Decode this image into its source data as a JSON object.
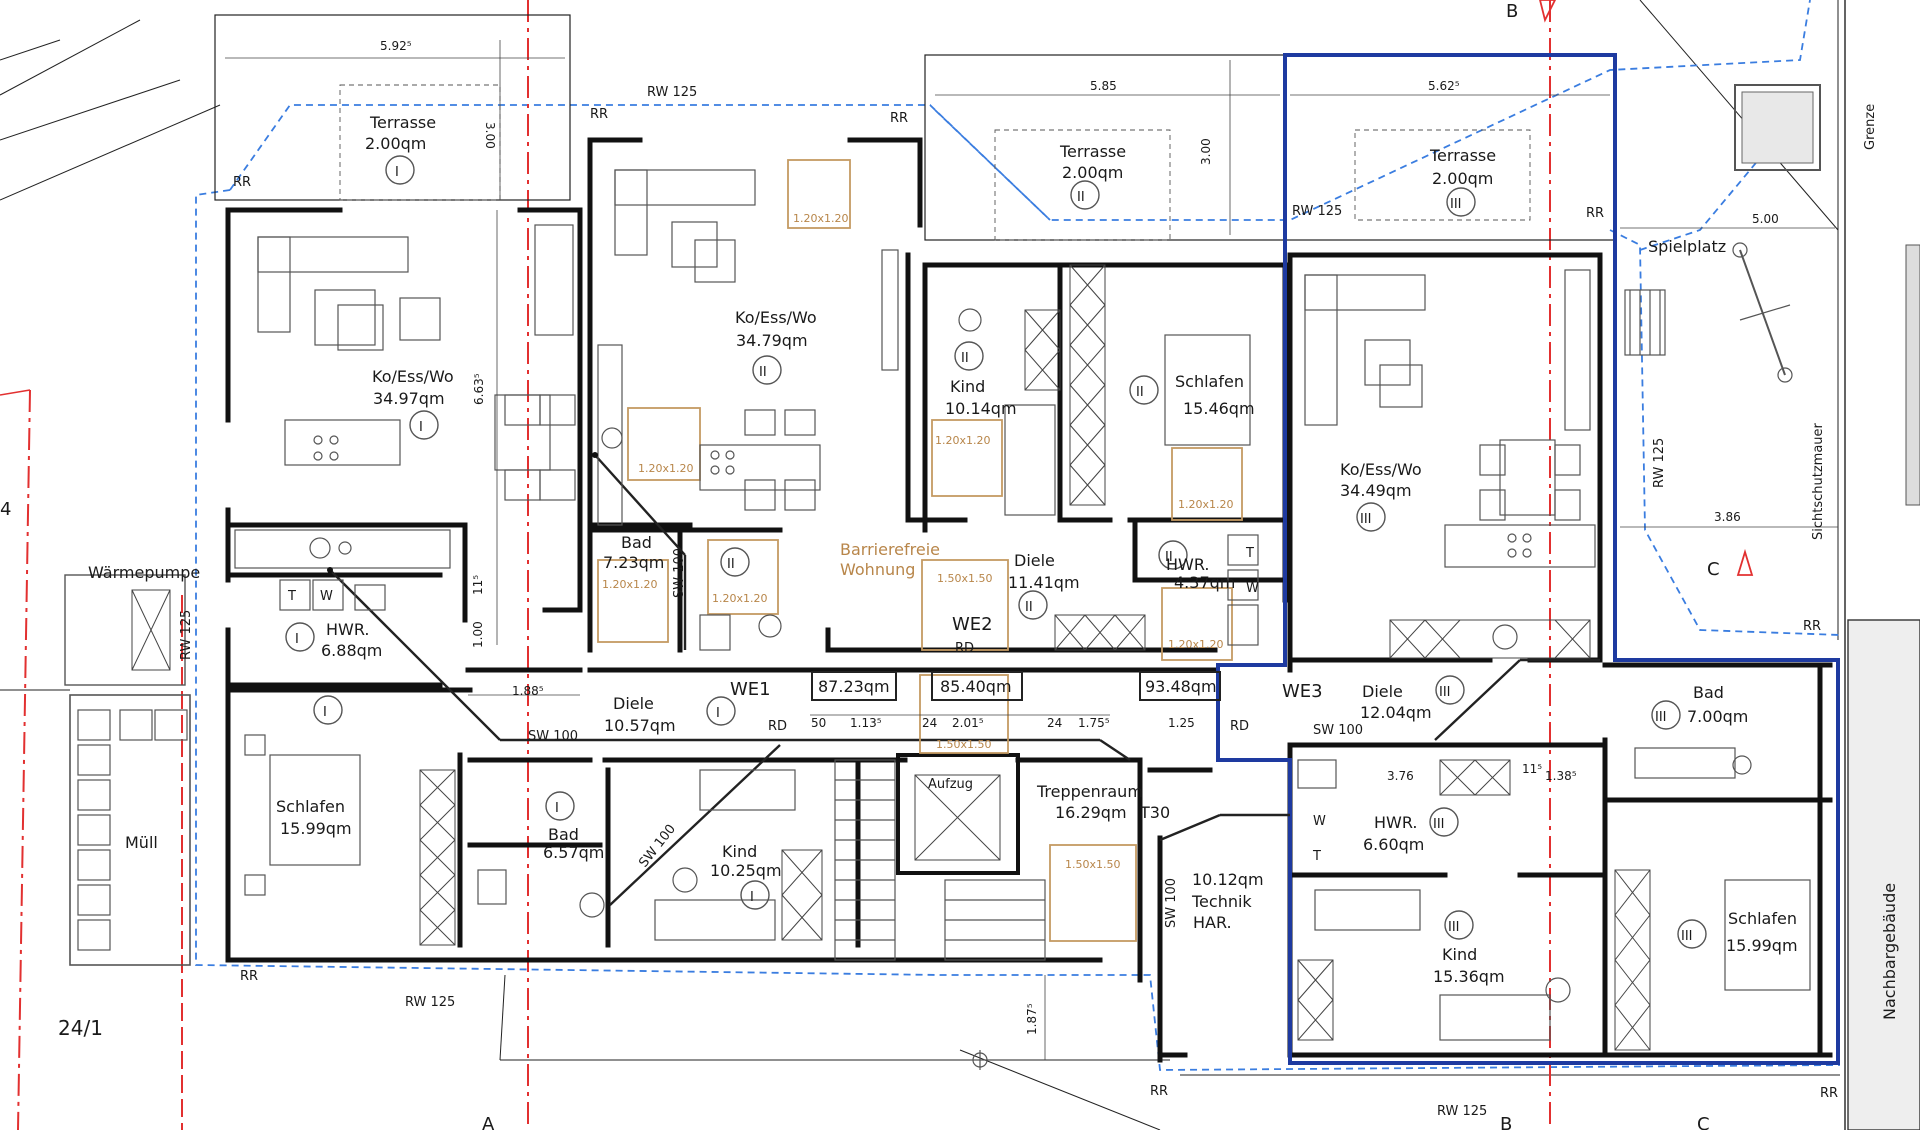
{
  "rooms": {
    "we1": {
      "terrasse": {
        "name": "Terrasse",
        "area": "2.00qm",
        "unit": "I"
      },
      "kew": {
        "name": "Ko/Ess/Wo",
        "area": "34.97qm",
        "unit": "I"
      },
      "hwr": {
        "name": "HWR.",
        "area": "6.88qm",
        "unit": "I"
      },
      "schlafen": {
        "name": "Schlafen",
        "area": "15.99qm",
        "unit": "I"
      },
      "bad": {
        "name": "Bad",
        "area": "6.57qm",
        "unit": "I"
      },
      "kind": {
        "name": "Kind",
        "area": "10.25qm",
        "unit": "I"
      },
      "diele": {
        "name": "Diele",
        "area": "10.57qm"
      }
    },
    "we2": {
      "kew": {
        "name": "Ko/Ess/Wo",
        "area": "34.79qm",
        "unit": "II"
      },
      "bad": {
        "name": "Bad",
        "area": "7.23qm",
        "unit": "II"
      },
      "kind": {
        "name": "Kind",
        "area": "10.14qm",
        "unit": "II"
      },
      "schlafen": {
        "name": "Schlafen",
        "area": "15.46qm",
        "unit": "II"
      },
      "diele": {
        "name": "Diele",
        "area": "11.41qm",
        "unit": "II"
      },
      "hwr": {
        "name": "HWR.",
        "area": "4.37qm",
        "unit": "II"
      },
      "terrasse": {
        "name": "Terrasse",
        "area": "2.00qm",
        "unit": "II"
      }
    },
    "we3": {
      "terrasse": {
        "name": "Terrasse",
        "area": "2.00qm",
        "unit": "III"
      },
      "kew": {
        "name": "Ko/Ess/Wo",
        "area": "34.49qm",
        "unit": "III"
      },
      "diele": {
        "name": "Diele",
        "area": "12.04qm",
        "unit": "III"
      },
      "bad": {
        "name": "Bad",
        "area": "7.00qm",
        "unit": "III"
      },
      "hwr": {
        "name": "HWR.",
        "area": "6.60qm",
        "unit": "III"
      },
      "kind": {
        "name": "Kind",
        "area": "15.36qm",
        "unit": "III"
      },
      "schlafen": {
        "name": "Schlafen",
        "area": "15.99qm",
        "unit": "III"
      }
    },
    "common": {
      "treppenraum": {
        "name": "Treppenraum",
        "area": "16.29qm",
        "rating": "T30"
      },
      "technik": {
        "area": "10.12qm",
        "line1": "Technik",
        "line2": "HAR."
      },
      "aufzug": "Aufzug",
      "waermepumpe": "Wärmepumpe",
      "muell": "Müll",
      "spielplatz": "Spielplatz"
    }
  },
  "units": {
    "we1": {
      "label": "WE1",
      "total": "87.23qm"
    },
    "we2": {
      "label": "WE2",
      "total": "85.40qm",
      "rd": "RD"
    },
    "we3": {
      "label": "WE3",
      "total": "93.48qm"
    }
  },
  "labels": {
    "barrierefreie_1": "Barrierefreie",
    "barrierefreie_2": "Wohnung",
    "wheel_box": "1.20x1.20",
    "wheel_box_large": "1.50x1.50",
    "rr": "RR",
    "rd": "RD",
    "rw125": "RW 125",
    "sw100": "SW 100",
    "grenze": "Grenze",
    "sichtschutzmauer": "Sichtschutzmauer",
    "nachbargebaeude": "Nachbargebäude",
    "parcel": "24/1",
    "section_a": "A",
    "section_b": "B",
    "section_c": "C",
    "t": "T",
    "w": "W",
    "edge_4": "4"
  },
  "dimensions": {
    "d_592": "5.92⁵",
    "d_585": "5.85",
    "d_562": "5.62⁵",
    "d_500": "5.00",
    "d_386": "3.86",
    "d_376": "3.76",
    "d_300a": "3.00",
    "d_300b": "3.00",
    "d_663": "6.63⁵",
    "d_188": "1.88⁵",
    "d_100": "1.00",
    "d_11": "11⁵",
    "d_50": "50",
    "d_113": "1.13⁵",
    "d_24a": "24",
    "d_201": "2.01⁵",
    "d_24b": "24",
    "d_175": "1.75⁵",
    "d_125": "1.25",
    "d_11b": "11⁵",
    "d_138": "1.38⁵",
    "d_187": "1.87⁵"
  }
}
